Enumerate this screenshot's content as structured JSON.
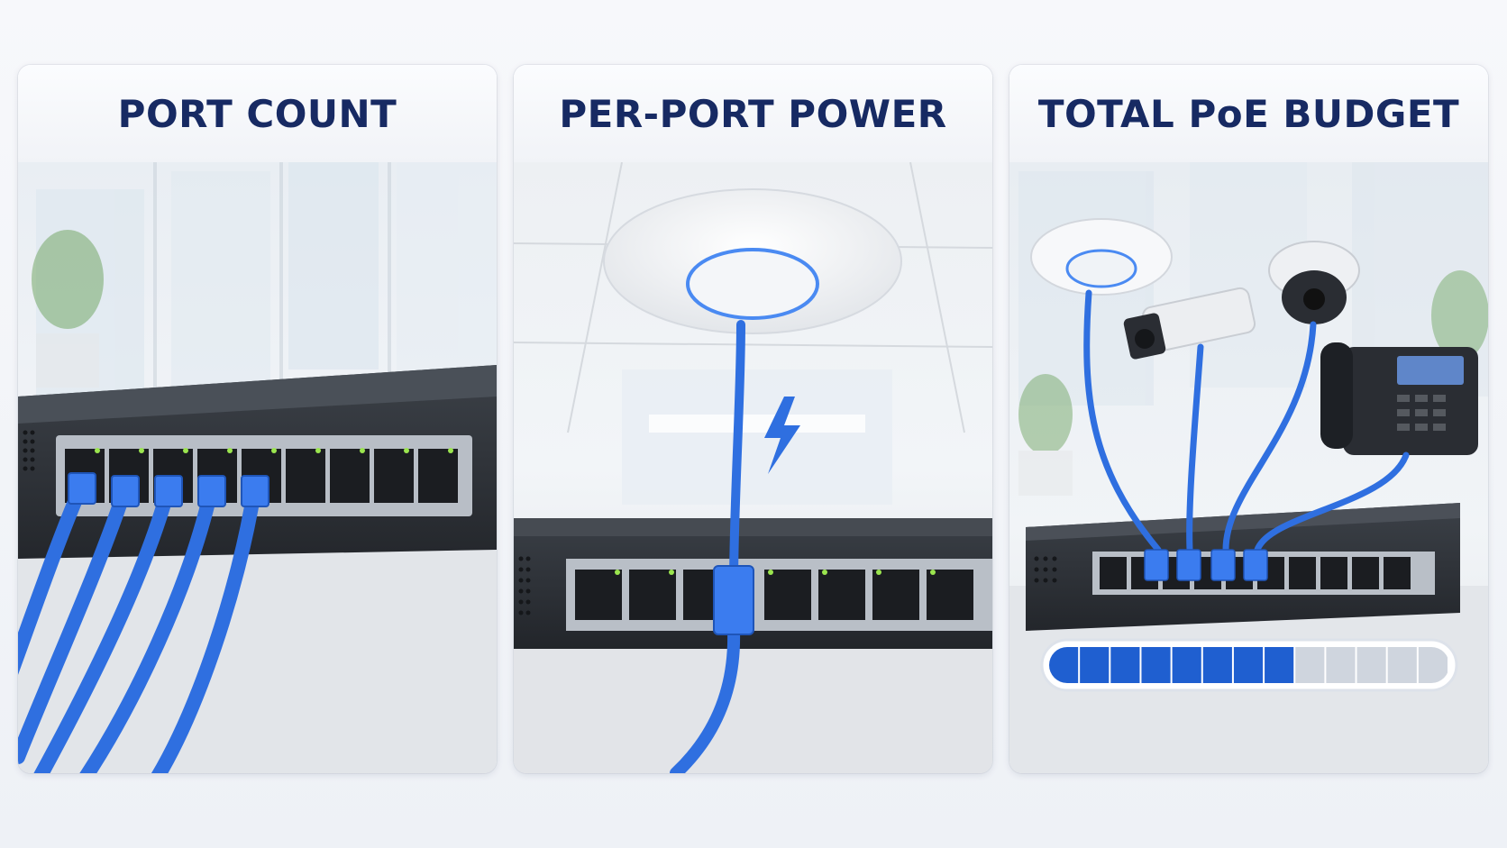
{
  "panels": [
    {
      "title": "PORT COUNT"
    },
    {
      "title": "PER-PORT POWER"
    },
    {
      "title": "TOTAL PoE BUDGET"
    }
  ],
  "budget": {
    "filled_fraction": 0.6
  },
  "colors": {
    "title": "#172a63",
    "cable": "#2f6fe0",
    "switch": "#2b2f36",
    "bar_fill": "#1f5fd0",
    "bar_empty": "#cfd5de"
  }
}
